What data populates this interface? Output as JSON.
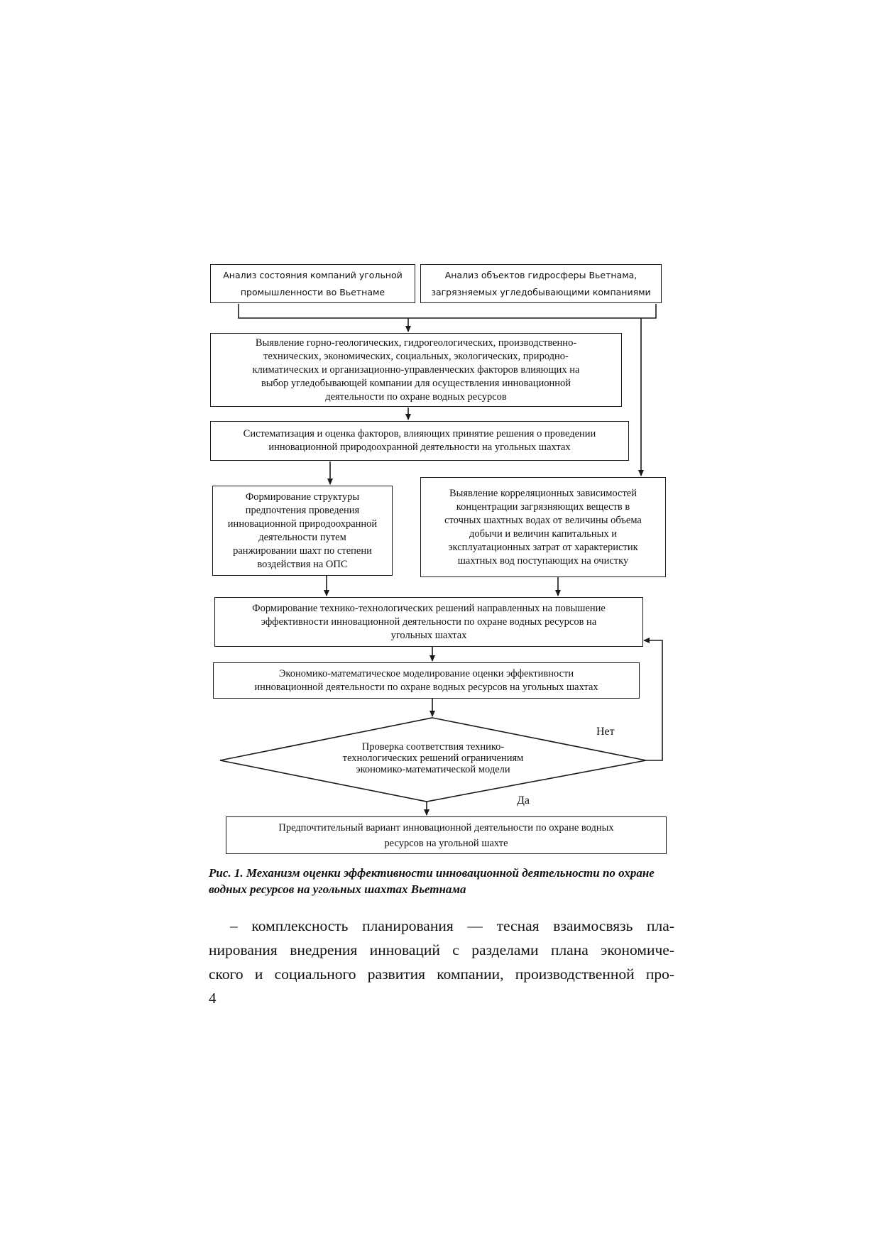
{
  "diagram": {
    "nodes": {
      "analysis_companies": "Анализ состояния компаний угольной\nпромышленности во Вьетнаме",
      "analysis_hydrosphere": "Анализ объектов гидросферы Вьетнама,\nзагрязняемых угледобывающими компаниями",
      "identify_factors": "Выявление горно-геологических, гидрогеологических, производственно-\nтехнических, экономических, социальных, экологических, природно-\nклиматических и  организационно-управленческих факторов влияющих на\nвыбор угледобывающей компании для осуществления инновационной\nдеятельности по охране водных ресурсов",
      "systematization": "Систематизация и оценка факторов,  влияющих принятие решения о проведении\nинновационной природоохранной деятельности на угольных шахтах",
      "preference_structure": "Формирование структуры\nпредпочтения проведения\nинновационной природоохранной\nдеятельности путем\nранжировании шахт по степени\nвоздействия на ОПС",
      "correlation": "Выявление корреляционных зависимостей\nконцентрации загрязняющих веществ  в\nсточных шахтных водах от величины объема\nдобычи  и величин капитальных и\nэксплуатационных затрат от характеристик\nшахтных вод поступающих на очистку",
      "tech_solutions": "Формирование технико-технологических решений направленных на повышение\nэффективности инновационной деятельности по охране водных ресурсов на\nугольных шахтах",
      "modeling": "Экономико-математическое  моделирование оценки эффективности\nинновационной деятельности по охране водных ресурсов на угольных шахтах",
      "check": "Проверка соответствия технико-\nтехнологических решений ограничениям\nэкономико-математической модели",
      "preferred_variant": "Предпочтительный вариант инновационной деятельности по охране водных\nресурсов  на угольной шахте"
    },
    "labels": {
      "no": "Нет",
      "yes": "Да"
    },
    "edges": [
      {
        "from": "analysis_companies",
        "to": "identify_factors"
      },
      {
        "from": "analysis_hydrosphere",
        "to": "identify_factors"
      },
      {
        "from": "analysis_hydrosphere",
        "to": "correlation"
      },
      {
        "from": "identify_factors",
        "to": "systematization"
      },
      {
        "from": "systematization",
        "to": "preference_structure"
      },
      {
        "from": "preference_structure",
        "to": "tech_solutions"
      },
      {
        "from": "correlation",
        "to": "tech_solutions"
      },
      {
        "from": "tech_solutions",
        "to": "modeling"
      },
      {
        "from": "modeling",
        "to": "check"
      },
      {
        "from": "check",
        "to": "tech_solutions",
        "label": "Нет"
      },
      {
        "from": "check",
        "to": "preferred_variant",
        "label": "Да"
      }
    ]
  },
  "caption": "Рис. 1. Механизм оценки эффективности инновационной деятельности по охране водных ресурсов на угольных шахтах Вьетнама",
  "body_text": {
    "line1": "–  комплексность планирования — тесная взаимосвязь пла-",
    "line2": "нирования внедрения инноваций с разделами плана экономиче-",
    "line3": "ского и социального развития компании, производственной про-"
  },
  "page_number": "4"
}
